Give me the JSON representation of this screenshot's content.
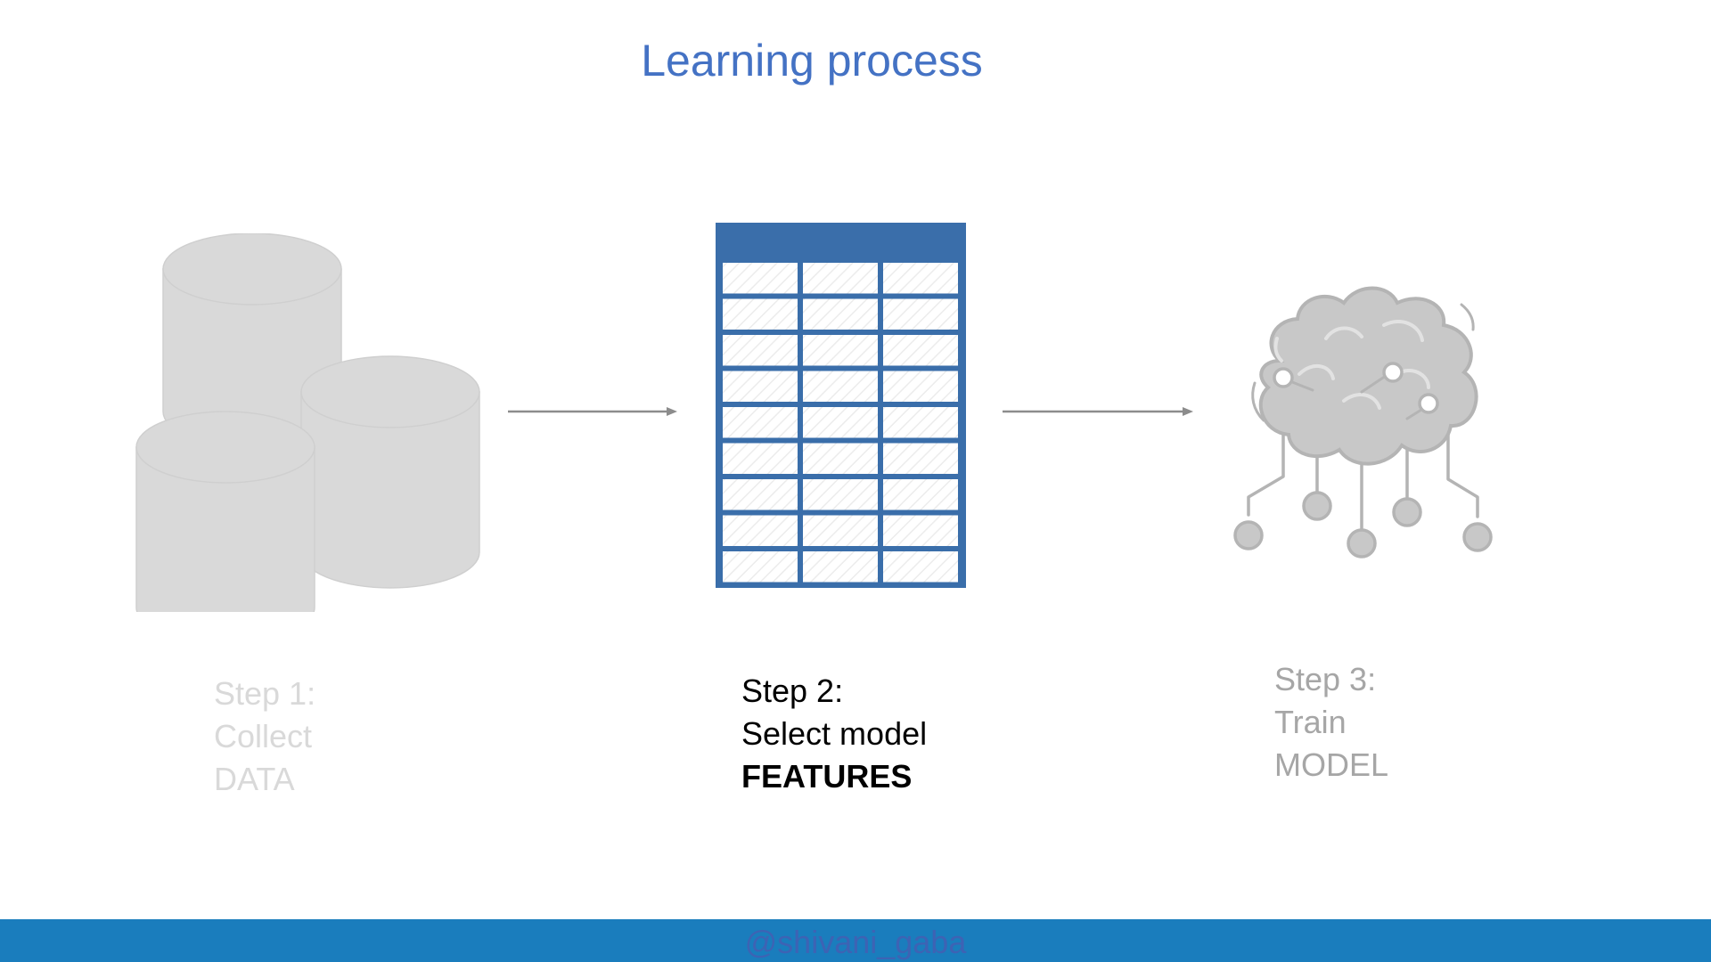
{
  "slide": {
    "title": "Learning process",
    "steps": [
      {
        "line1": "Step 1:",
        "line2": "Collect",
        "line3": "DATA",
        "icon": "database-cylinders-icon"
      },
      {
        "line1": "Step 2:",
        "line2": "Select model",
        "line3": "FEATURES",
        "icon": "table-grid-icon"
      },
      {
        "line1": "Step 3:",
        "line2": "Train",
        "line3": "MODEL",
        "icon": "brain-circuit-icon"
      }
    ],
    "footer_text": "@shivani_gaba"
  },
  "colors": {
    "title": "#4472c4",
    "table": "#3a6eaa",
    "footer_bar": "#1a7dbd",
    "footer_text": "#3d63b4",
    "step1_text": "#d9d9d9",
    "step2_text": "#000000",
    "step3_text": "#a6a6a6",
    "cylinder_fill": "#d9d9d9",
    "brain_fill": "#c8c8c8",
    "arrow": "#8c8c8c"
  }
}
